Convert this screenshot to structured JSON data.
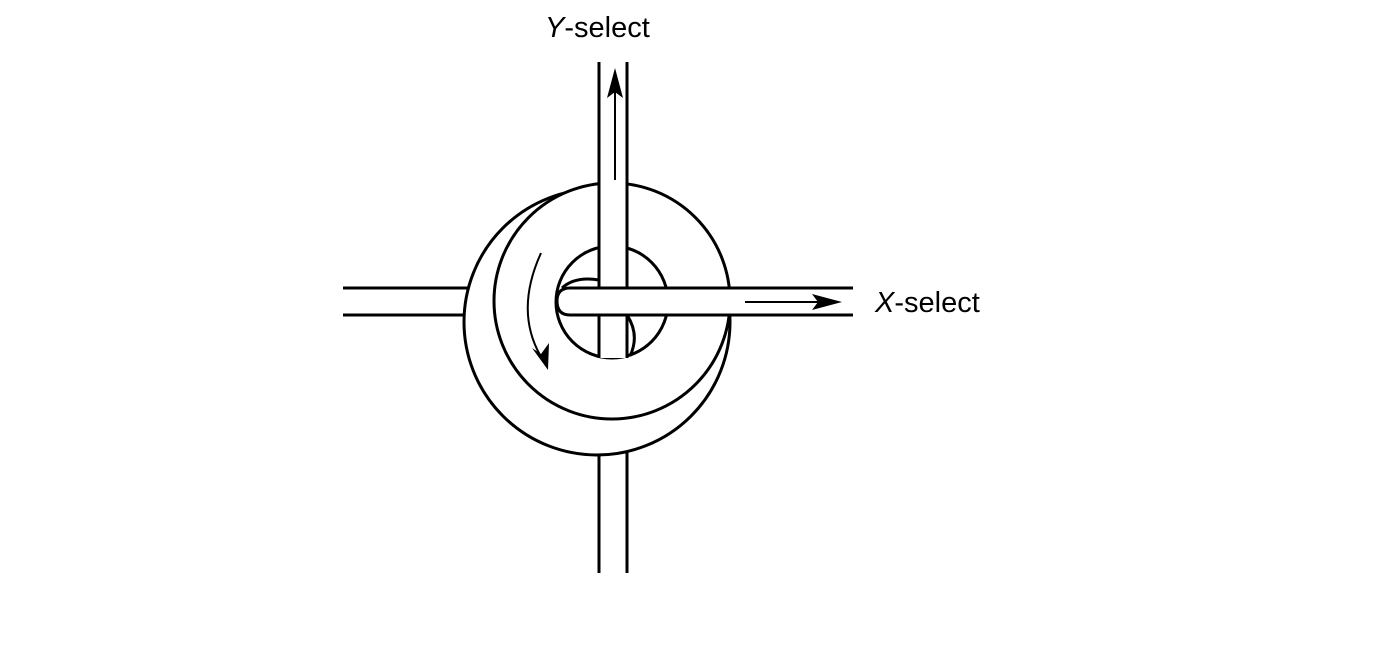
{
  "labels": {
    "y_var": "Y",
    "y_suffix": "-select",
    "x_var": "X",
    "x_suffix": "-select"
  },
  "colors": {
    "stroke": "#000000",
    "background": "#ffffff"
  }
}
